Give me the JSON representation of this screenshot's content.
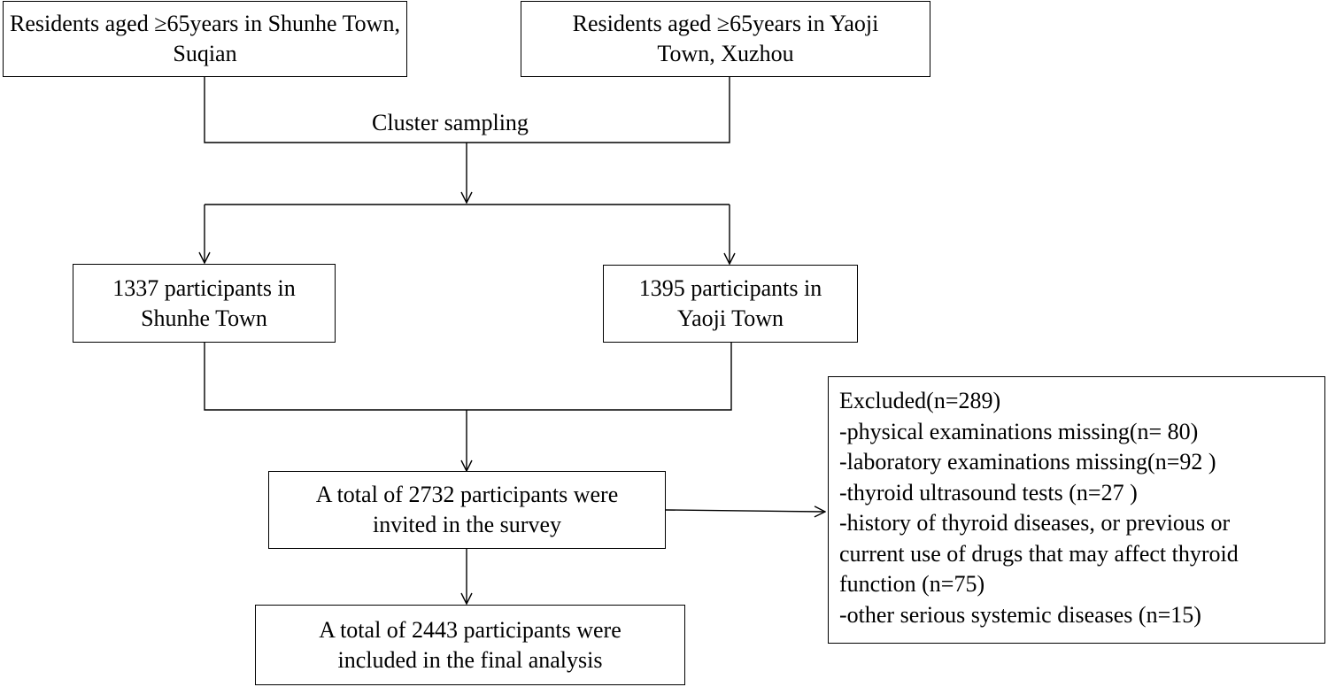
{
  "boxes": {
    "source_shunhe": "Residents aged ≥65years in Shunhe Town, Suqian",
    "source_yaoji": "Residents aged ≥65years in Yaoji Town, Xuzhou",
    "participants_shunhe": "1337 participants in Shunhe Town",
    "participants_yaoji": "1395 participants in Yaoji Town",
    "invited": "A total of 2732 participants were invited in the survey",
    "final": "A total of 2443 participants were included in the final analysis"
  },
  "labels": {
    "sampling": "Cluster sampling"
  },
  "excluded": {
    "header": "Excluded(n=289)",
    "reasons": [
      "-physical examinations missing(n= 80)",
      "-laboratory examinations missing(n=92 )",
      "-thyroid ultrasound tests (n=27 )",
      "-history of thyroid diseases, or previous or",
      "current use of drugs that may affect thyroid",
      "function (n=75)",
      "-other serious systemic diseases (n=15)"
    ]
  }
}
